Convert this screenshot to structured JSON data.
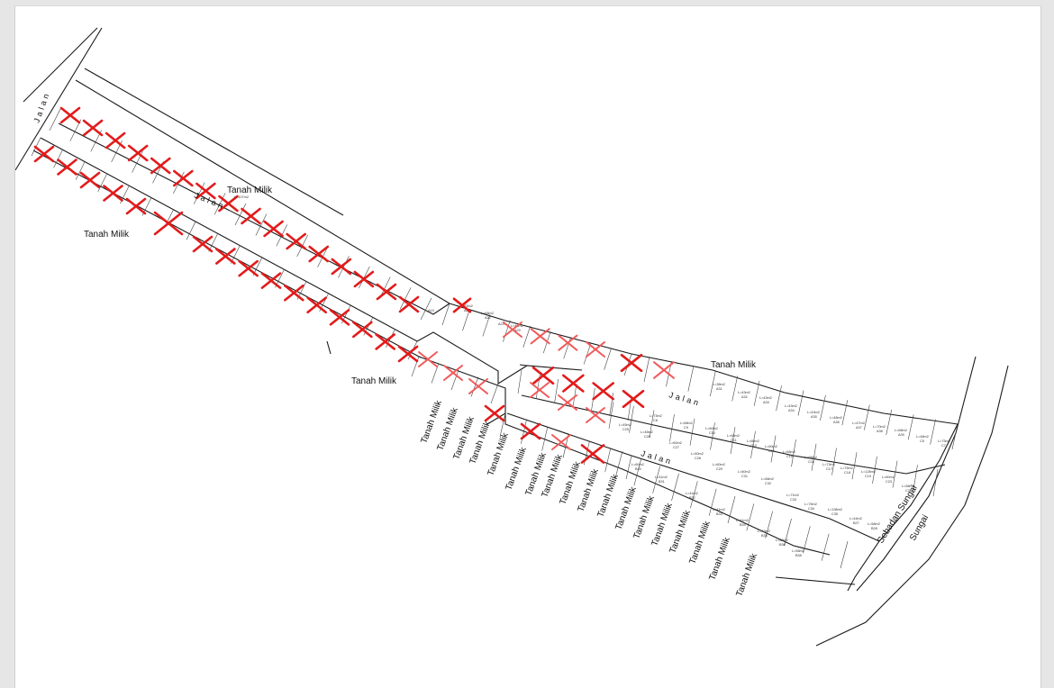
{
  "map": {
    "labels": {
      "jalan_west": "Jalan",
      "jalan_upper": "Jalan",
      "jalan_mid": "Jalan",
      "jalan_lower": "Jalan",
      "tanah_milik_top": "Tanah Milik",
      "tanah_milik_top_area": "L=107m2",
      "tanah_milik_left": "Tanah Milik",
      "tanah_milik_center": "Tanah Milik",
      "tanah_milik_east": "Tanah Milik",
      "sebadan_sungai": "Sebadan Sungai",
      "sungai": "Sungai"
    },
    "tanah_milik_ticks": [
      "Tanah Milik",
      "Tanah Milik",
      "Tanah Milik",
      "Tanah Milik",
      "Tanah Milik",
      "Tanah Milik",
      "Tanah Milik",
      "Tanah Milik",
      "Tanah Milik",
      "Tanah Milik",
      "Tanah Milik",
      "Tanah Milik",
      "Tanah Milik",
      "Tanah Milik",
      "Tanah Milik",
      "Tanah Milik",
      "Tanah Milik",
      "Tanah Milik"
    ],
    "lot_labels": [
      {
        "id": "A19",
        "area": ""
      },
      {
        "id": "A21",
        "area": "L=75m2"
      },
      {
        "id": "A22",
        "area": "L=68m2"
      },
      {
        "id": "A23",
        "area": ""
      },
      {
        "id": "A29",
        "area": "L=43m2"
      },
      {
        "id": "A31",
        "area": "L=38m2"
      },
      {
        "id": "A32",
        "area": "L=43m2"
      },
      {
        "id": "A33",
        "area": "L=43m2"
      },
      {
        "id": "A34",
        "area": "L=43m2"
      },
      {
        "id": "A35",
        "area": "L=43m2"
      },
      {
        "id": "A36",
        "area": "L=48m2"
      },
      {
        "id": "A37",
        "area": "L=47m2"
      },
      {
        "id": "A38",
        "area": "L=70m2"
      },
      {
        "id": "A39",
        "area": "L=68m2"
      },
      {
        "id": "C5",
        "area": "L=48m2"
      },
      {
        "id": "C7",
        "area": "L=75m2"
      },
      {
        "id": "C8",
        "area": "L=73m2"
      },
      {
        "id": "C9",
        "area": "L=68m2"
      },
      {
        "id": "C10",
        "area": "L=60m2"
      },
      {
        "id": "C11",
        "area": "L=60m2"
      },
      {
        "id": "C12",
        "area": "L=60m2"
      },
      {
        "id": "C14",
        "area": "L=60m2"
      },
      {
        "id": "C15",
        "area": "L=68m2"
      },
      {
        "id": "C16",
        "area": "L=68m2"
      },
      {
        "id": "C17",
        "area": "L=73m2"
      },
      {
        "id": "C18",
        "area": "L=75m2"
      },
      {
        "id": "C19",
        "area": "L=128m2"
      },
      {
        "id": "C23",
        "area": "L=60m2"
      },
      {
        "id": "C24",
        "area": "L=58m2"
      },
      {
        "id": "C25",
        "area": "L=45m2"
      },
      {
        "id": "C26",
        "area": "L=45m2"
      },
      {
        "id": "C27",
        "area": "L=60m2"
      },
      {
        "id": "C28",
        "area": "L=60m2"
      },
      {
        "id": "C29",
        "area": "L=60m2"
      },
      {
        "id": "C31",
        "area": "L=60m2"
      },
      {
        "id": "C32",
        "area": "L=68m2"
      },
      {
        "id": "C33",
        "area": "L=71m2"
      },
      {
        "id": "C34",
        "area": "L=75m2"
      },
      {
        "id": "C35",
        "area": "L=138m2"
      },
      {
        "id": "B27",
        "area": "L=44m2"
      },
      {
        "id": "B28",
        "area": "L=58m2"
      },
      {
        "id": "B30",
        "area": "L=60m2"
      },
      {
        "id": "B31",
        "area": "L=41m2"
      },
      {
        "id": "B32",
        "area": "L=41m2"
      },
      {
        "id": "B33",
        "area": "L=41m2"
      },
      {
        "id": "B34",
        "area": "L=41m2"
      },
      {
        "id": "B35",
        "area": "L=43m2"
      },
      {
        "id": "B36",
        "area": "L=88m2"
      },
      {
        "id": "B38",
        "area": "L=58m2"
      }
    ],
    "colors": {
      "line": "#1a1a1a",
      "cross": "#e21b1b",
      "cross_light": "#f05a5a",
      "page": "#ffffff",
      "backdrop": "#e6e6e6"
    }
  }
}
